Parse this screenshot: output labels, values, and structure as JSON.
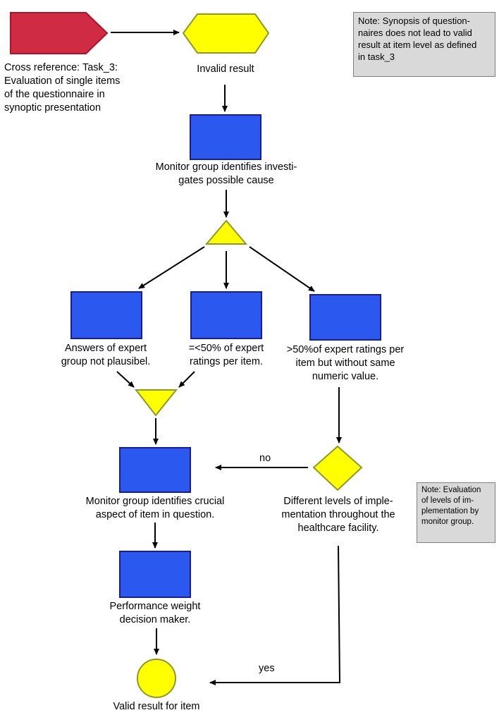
{
  "nodes": {
    "cross_reference": [
      "Cross reference: Task_3:",
      "Evaluation of single items",
      "of the questionnaire in",
      "synoptic presentation"
    ],
    "invalid_result": [
      "Invalid result"
    ],
    "monitor_investigates": [
      "Monitor group identifies investi-",
      "gates possible cause"
    ],
    "answers_not_plausible": [
      "Answers of expert",
      "group not plausibel."
    ],
    "less_than_50": [
      "=<50% of expert",
      "ratings per item."
    ],
    "more_than_50": [
      ">50%of expert ratings per",
      "item but without same",
      "numeric value."
    ],
    "crucial_aspect": [
      "Monitor group identifies crucial",
      "aspect of item in question."
    ],
    "different_levels": [
      "Different levels of imple-",
      "mentation throughout the",
      "healthcare facility."
    ],
    "performance_weight": [
      "Performance weight",
      "decision maker."
    ],
    "valid_result": [
      "Valid result for item"
    ]
  },
  "notes": {
    "synopsis": [
      "Note: Synopsis of question-",
      "naires does not lead to valid",
      "result at item level as defined",
      "in task_3"
    ],
    "evaluation": [
      "Note: Evaluation",
      "of levels of im-",
      "plementation by",
      "monitor group."
    ]
  },
  "edge_labels": {
    "no": "no",
    "yes": "yes"
  },
  "colors": {
    "process_box": "#2b59f0",
    "process_border": "#1a1a9e",
    "event": "#ffff00",
    "event_border": "#8a9a2a",
    "reference": "#cf2b45",
    "reference_border": "#b31020",
    "note_bg": "#d9d9d9"
  }
}
